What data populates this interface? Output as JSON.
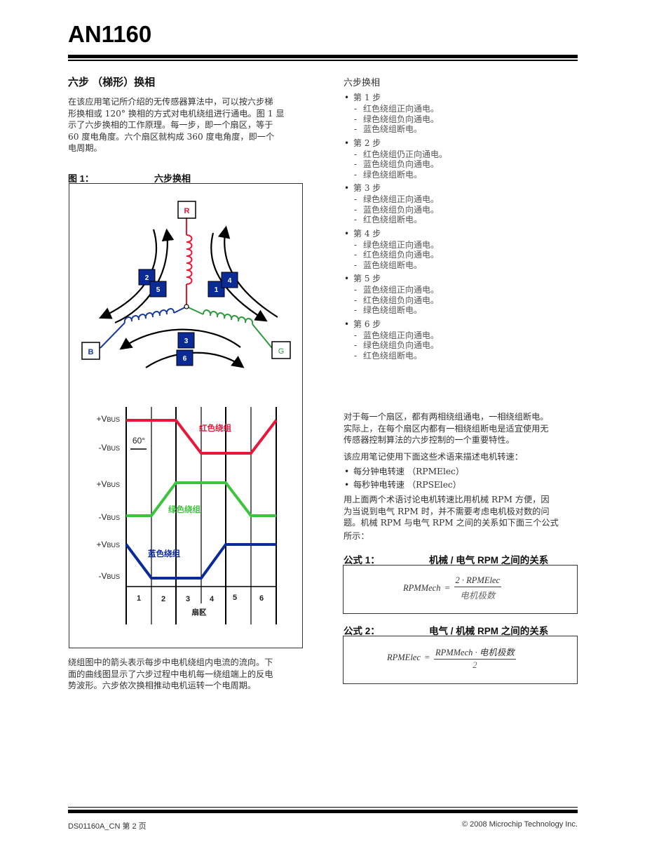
{
  "header": {
    "doc_id": "AN1160"
  },
  "left": {
    "section_title": "六步 （梯形）换相",
    "intro_lines": [
      "在该应用笔记所介绍的无传感器算法中，可以按六步梯",
      "形换相或 120° 换相的方式对电机绕组进行通电。图 1 显",
      "示了六步换相的工作原理。每一步，即一个扇区，等于",
      "60 度电角度。六个扇区就构成 360 度电角度，即一个",
      "电周期。"
    ],
    "figure": {
      "label": "图 1：",
      "title": "六步换相",
      "terminals": {
        "r": "R",
        "b": "B",
        "g": "G"
      },
      "step_badges": [
        "1",
        "2",
        "3",
        "4",
        "5",
        "6"
      ],
      "colors": {
        "red": "#e8173a",
        "green": "#3cc43c",
        "blue": "#0b2a9a",
        "badge": "#0a2a96",
        "terminal_green": "#2a9a3a",
        "terminal_blue": "#1a3aa0"
      }
    },
    "caption_lines": [
      "绕组图中的箭头表示每步中电机绕组内电流的流向。下",
      "面的曲线图显示了六步过程中电机每一绕组端上的反电",
      "势波形。六步依次换相推动电机运转一个电周期。"
    ]
  },
  "chart_data": {
    "type": "line",
    "title": "六步换相 — 各绕组反电势波形",
    "xlabel": "扇区",
    "ylabel": "",
    "categories": [
      "1",
      "2",
      "3",
      "4",
      "5",
      "6"
    ],
    "x": [
      0,
      1,
      2,
      3,
      4,
      5,
      6
    ],
    "angle_per_sector_label": "60°",
    "y_levels": [
      "+VBUS",
      "-VBUS"
    ],
    "series": [
      {
        "name": "红色绕组",
        "color": "#e8173a",
        "values": [
          1,
          1,
          1,
          -1,
          -1,
          -1,
          1
        ]
      },
      {
        "name": "绿色绕组",
        "color": "#3cc43c",
        "values": [
          -1,
          -1,
          1,
          1,
          1,
          -1,
          -1
        ]
      },
      {
        "name": "蓝色绕组",
        "color": "#0b2a9a",
        "values": [
          1,
          -1,
          -1,
          -1,
          1,
          1,
          1
        ]
      }
    ],
    "tick_labels": {
      "vbus_pos": "+VBUS",
      "vbus_neg": "-VBUS",
      "v_prefix_pos": "+V",
      "v_prefix_neg": "-V",
      "v_sub": "BUS"
    },
    "grid": true
  },
  "right": {
    "list_title": "六步换相",
    "steps": [
      {
        "title": "第 1 步",
        "items": [
          "红色绕组正向通电。",
          "绿色绕组负向通电。",
          "蓝色绕组断电。"
        ]
      },
      {
        "title": "第 2 步",
        "items": [
          "红色绕组仍正向通电。",
          "蓝色绕组负向通电。",
          "绿色绕组断电。"
        ]
      },
      {
        "title": "第 3 步",
        "items": [
          "绿色绕组正向通电。",
          "蓝色绕组负向通电。",
          "红色绕组断电。"
        ]
      },
      {
        "title": "第 4 步",
        "items": [
          "绿色绕组正向通电。",
          "红色绕组负向通电。",
          "蓝色绕组断电。"
        ]
      },
      {
        "title": "第 5 步",
        "items": [
          "蓝色绕组正向通电。",
          "红色绕组负向通电。",
          "绿色绕组断电。"
        ]
      },
      {
        "title": "第 6 步",
        "items": [
          "蓝色绕组正向通电。",
          "绿色绕组负向通电。",
          "红色绕组断电。"
        ]
      }
    ],
    "para1_lines": [
      "对于每一个扇区，都有两相绕组通电，一相绕组断电。",
      "实际上，在每个扇区内都有一相绕组断电是适宜使用无",
      "传感器控制算法的六步控制的一个重要特性。"
    ],
    "para2": "该应用笔记使用下面这些术语来描述电机转速：",
    "terms": [
      "每分钟电转速 （RPMElec）",
      "每秒钟电转速 （RPSElec）"
    ],
    "para3_lines": [
      "用上面两个术语讨论电机转速比用机械 RPM 方便，因",
      "为当说到电气 RPM 时，并不需要考虑电机极对数的问",
      "题。机械 RPM 与电气 RPM 之间的关系如下面三个公式",
      "所示："
    ],
    "equations": [
      {
        "label": "公式 1：",
        "title": "机械 / 电气 RPM 之间的关系",
        "lhs": "RPMMech",
        "eq": "=",
        "numerator": "2 · RPMElec",
        "denominator": "电机极数"
      },
      {
        "label": "公式 2：",
        "title": "电气 / 机械 RPM 之间的关系",
        "lhs": "RPMElec",
        "eq": "=",
        "numerator": "RPMMech · 电机极数",
        "denominator": "2"
      }
    ]
  },
  "footer": {
    "left": "DS01160A_CN 第 2 页",
    "right": "© 2008 Microchip Technology Inc."
  }
}
